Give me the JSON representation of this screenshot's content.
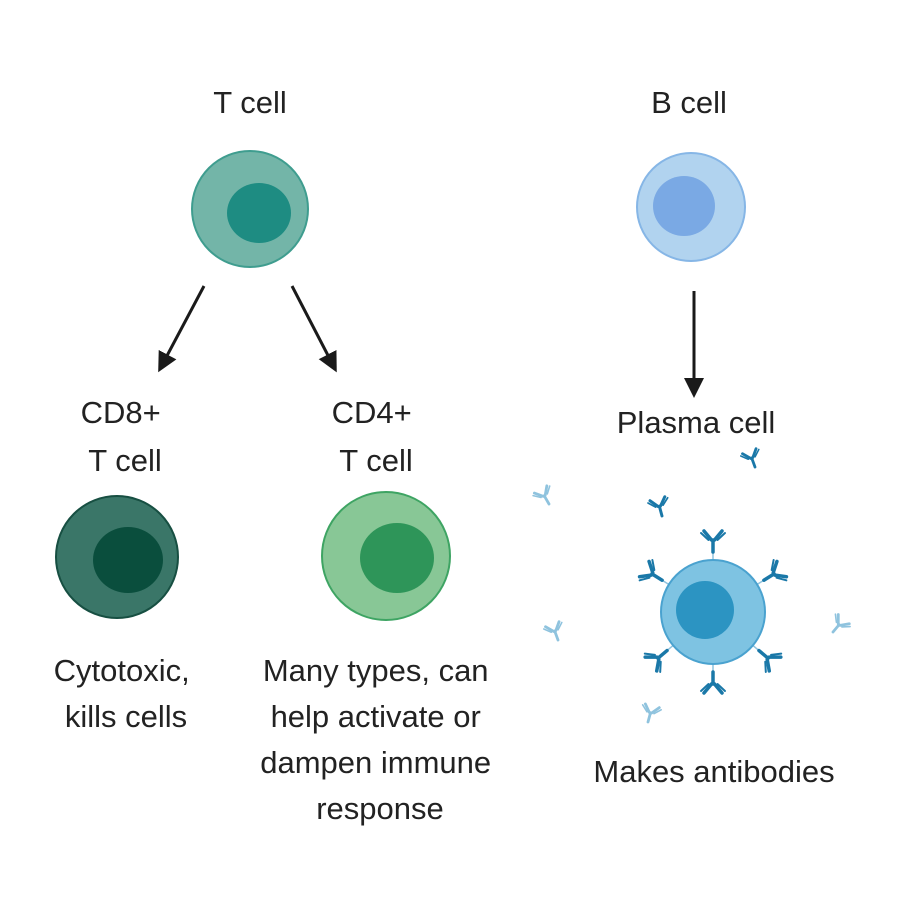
{
  "labels": {
    "t_cell": "T cell",
    "b_cell": "B cell",
    "cd8": [
      "CD8+",
      "T cell"
    ],
    "cd4": [
      "CD4+",
      "T cell"
    ],
    "plasma_cell": "Plasma cell",
    "cd8_desc": [
      "Cytotoxic,",
      "kills cells"
    ],
    "cd4_desc": [
      "Many types, can",
      "help activate or",
      "dampen immune",
      "response"
    ],
    "plasma_desc": "Makes antibodies"
  },
  "colors": {
    "t_cell": {
      "outer": "#73b5a8",
      "inner": "#1e8c82",
      "stroke": "#3f9d8f"
    },
    "b_cell": {
      "outer": "#b1d3ef",
      "inner": "#7aa9e4",
      "stroke": "#86b6e6"
    },
    "cd8": {
      "outer": "#3a7668",
      "inner": "#0a4e3d",
      "stroke": "#174f42"
    },
    "cd4": {
      "outer": "#88c796",
      "inner": "#2e9559",
      "stroke": "#3ea463"
    },
    "plasma": {
      "outer": "#7ec3e2",
      "inner": "#2c94c2",
      "stroke": "#4aa2cf"
    },
    "antibody_bound": "#1a78a8",
    "antibody_free": "#8fc3de",
    "arrow": "#1a1a1a"
  }
}
